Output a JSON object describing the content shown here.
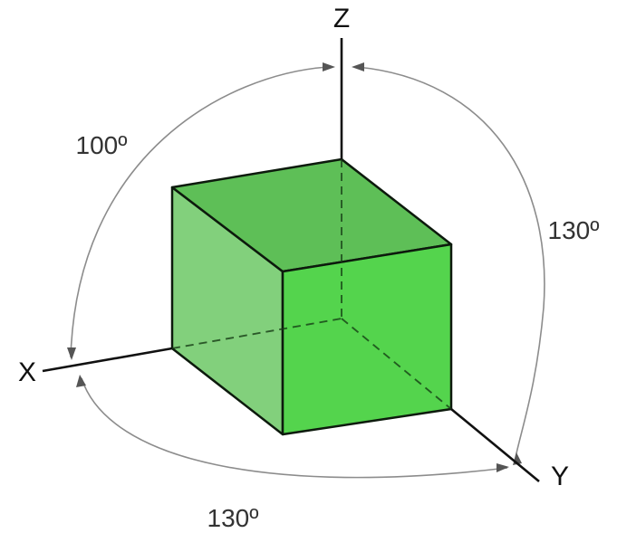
{
  "axes": {
    "x": "X",
    "y": "Y",
    "z": "Z"
  },
  "angles": {
    "xz": "100º",
    "zy": "130º",
    "xy": "130º"
  },
  "colors": {
    "cube_top": "#4cb845",
    "cube_front": "#41cf3a",
    "cube_left": "#6cc865",
    "edge": "#0d1a0d",
    "axis": "#111111",
    "arc": "#8c8c8c"
  }
}
